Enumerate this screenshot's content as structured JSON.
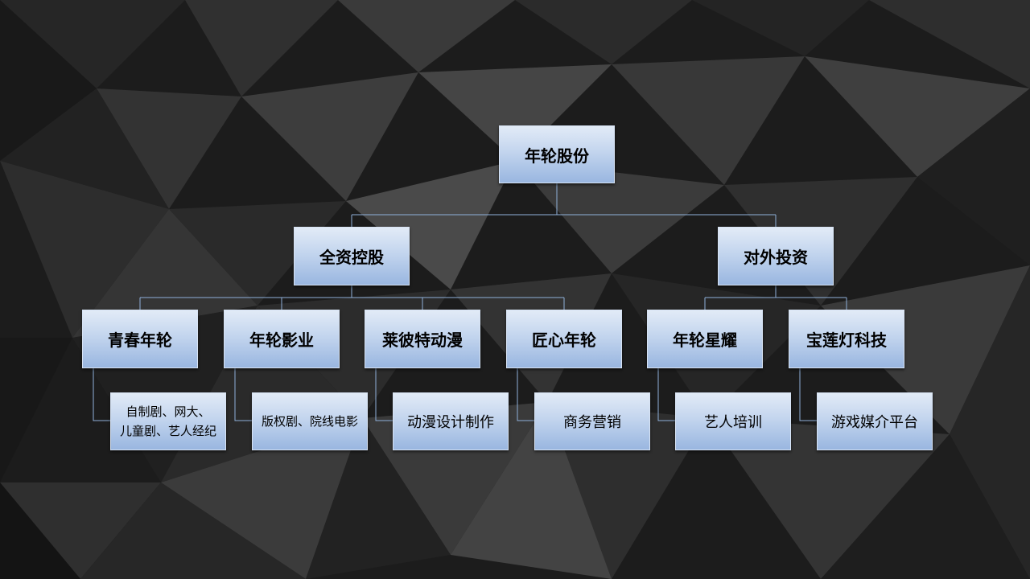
{
  "root": {
    "label": "年轮股份"
  },
  "branches": [
    {
      "label": "全资控股",
      "subsidiaries": [
        {
          "label": "青春年轮",
          "detail": [
            "自制剧、网大、",
            "儿童剧、艺人经纪"
          ]
        },
        {
          "label": "年轮影业",
          "detail": [
            "版权剧、院线电影"
          ]
        },
        {
          "label": "莱彼特动漫",
          "detail": [
            "动漫设计制作"
          ]
        },
        {
          "label": "匠心年轮",
          "detail": [
            "商务营销"
          ]
        }
      ]
    },
    {
      "label": "对外投资",
      "subsidiaries": [
        {
          "label": "年轮星耀",
          "detail": [
            "艺人培训"
          ]
        },
        {
          "label": "宝莲灯科技",
          "detail": [
            "游戏媒介平台"
          ]
        }
      ]
    }
  ],
  "colors": {
    "box_top": "#e2ebf7",
    "box_bottom": "#99b6e0",
    "line": "#8fb0da",
    "background": "#1c1c1c"
  }
}
